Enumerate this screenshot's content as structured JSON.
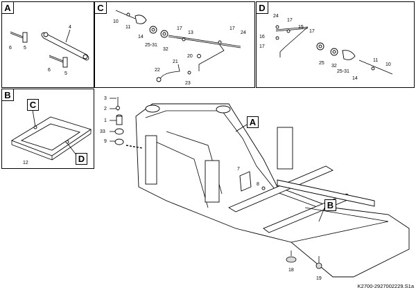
{
  "panels": {
    "a": {
      "label": "A",
      "parts": [
        "4",
        "6",
        "5",
        "6",
        "5"
      ]
    },
    "b": {
      "label": "B",
      "callouts": [
        "C",
        "D"
      ],
      "parts": [
        "12"
      ]
    },
    "c": {
      "label": "C",
      "parts": [
        "10",
        "11",
        "14",
        "25-31",
        "32",
        "17",
        "13",
        "17",
        "24",
        "20",
        "21",
        "22",
        "23"
      ]
    },
    "d": {
      "label": "D",
      "parts": [
        "24",
        "17",
        "15",
        "17",
        "16",
        "17",
        "25",
        "32",
        "25-31",
        "14",
        "11",
        "10"
      ]
    }
  },
  "main": {
    "callouts": [
      "A",
      "B"
    ],
    "parts": [
      "3",
      "2",
      "1",
      "33",
      "9",
      "7",
      "8",
      "18",
      "19"
    ]
  },
  "doc_ref": "K2700-2927002229.S1a"
}
